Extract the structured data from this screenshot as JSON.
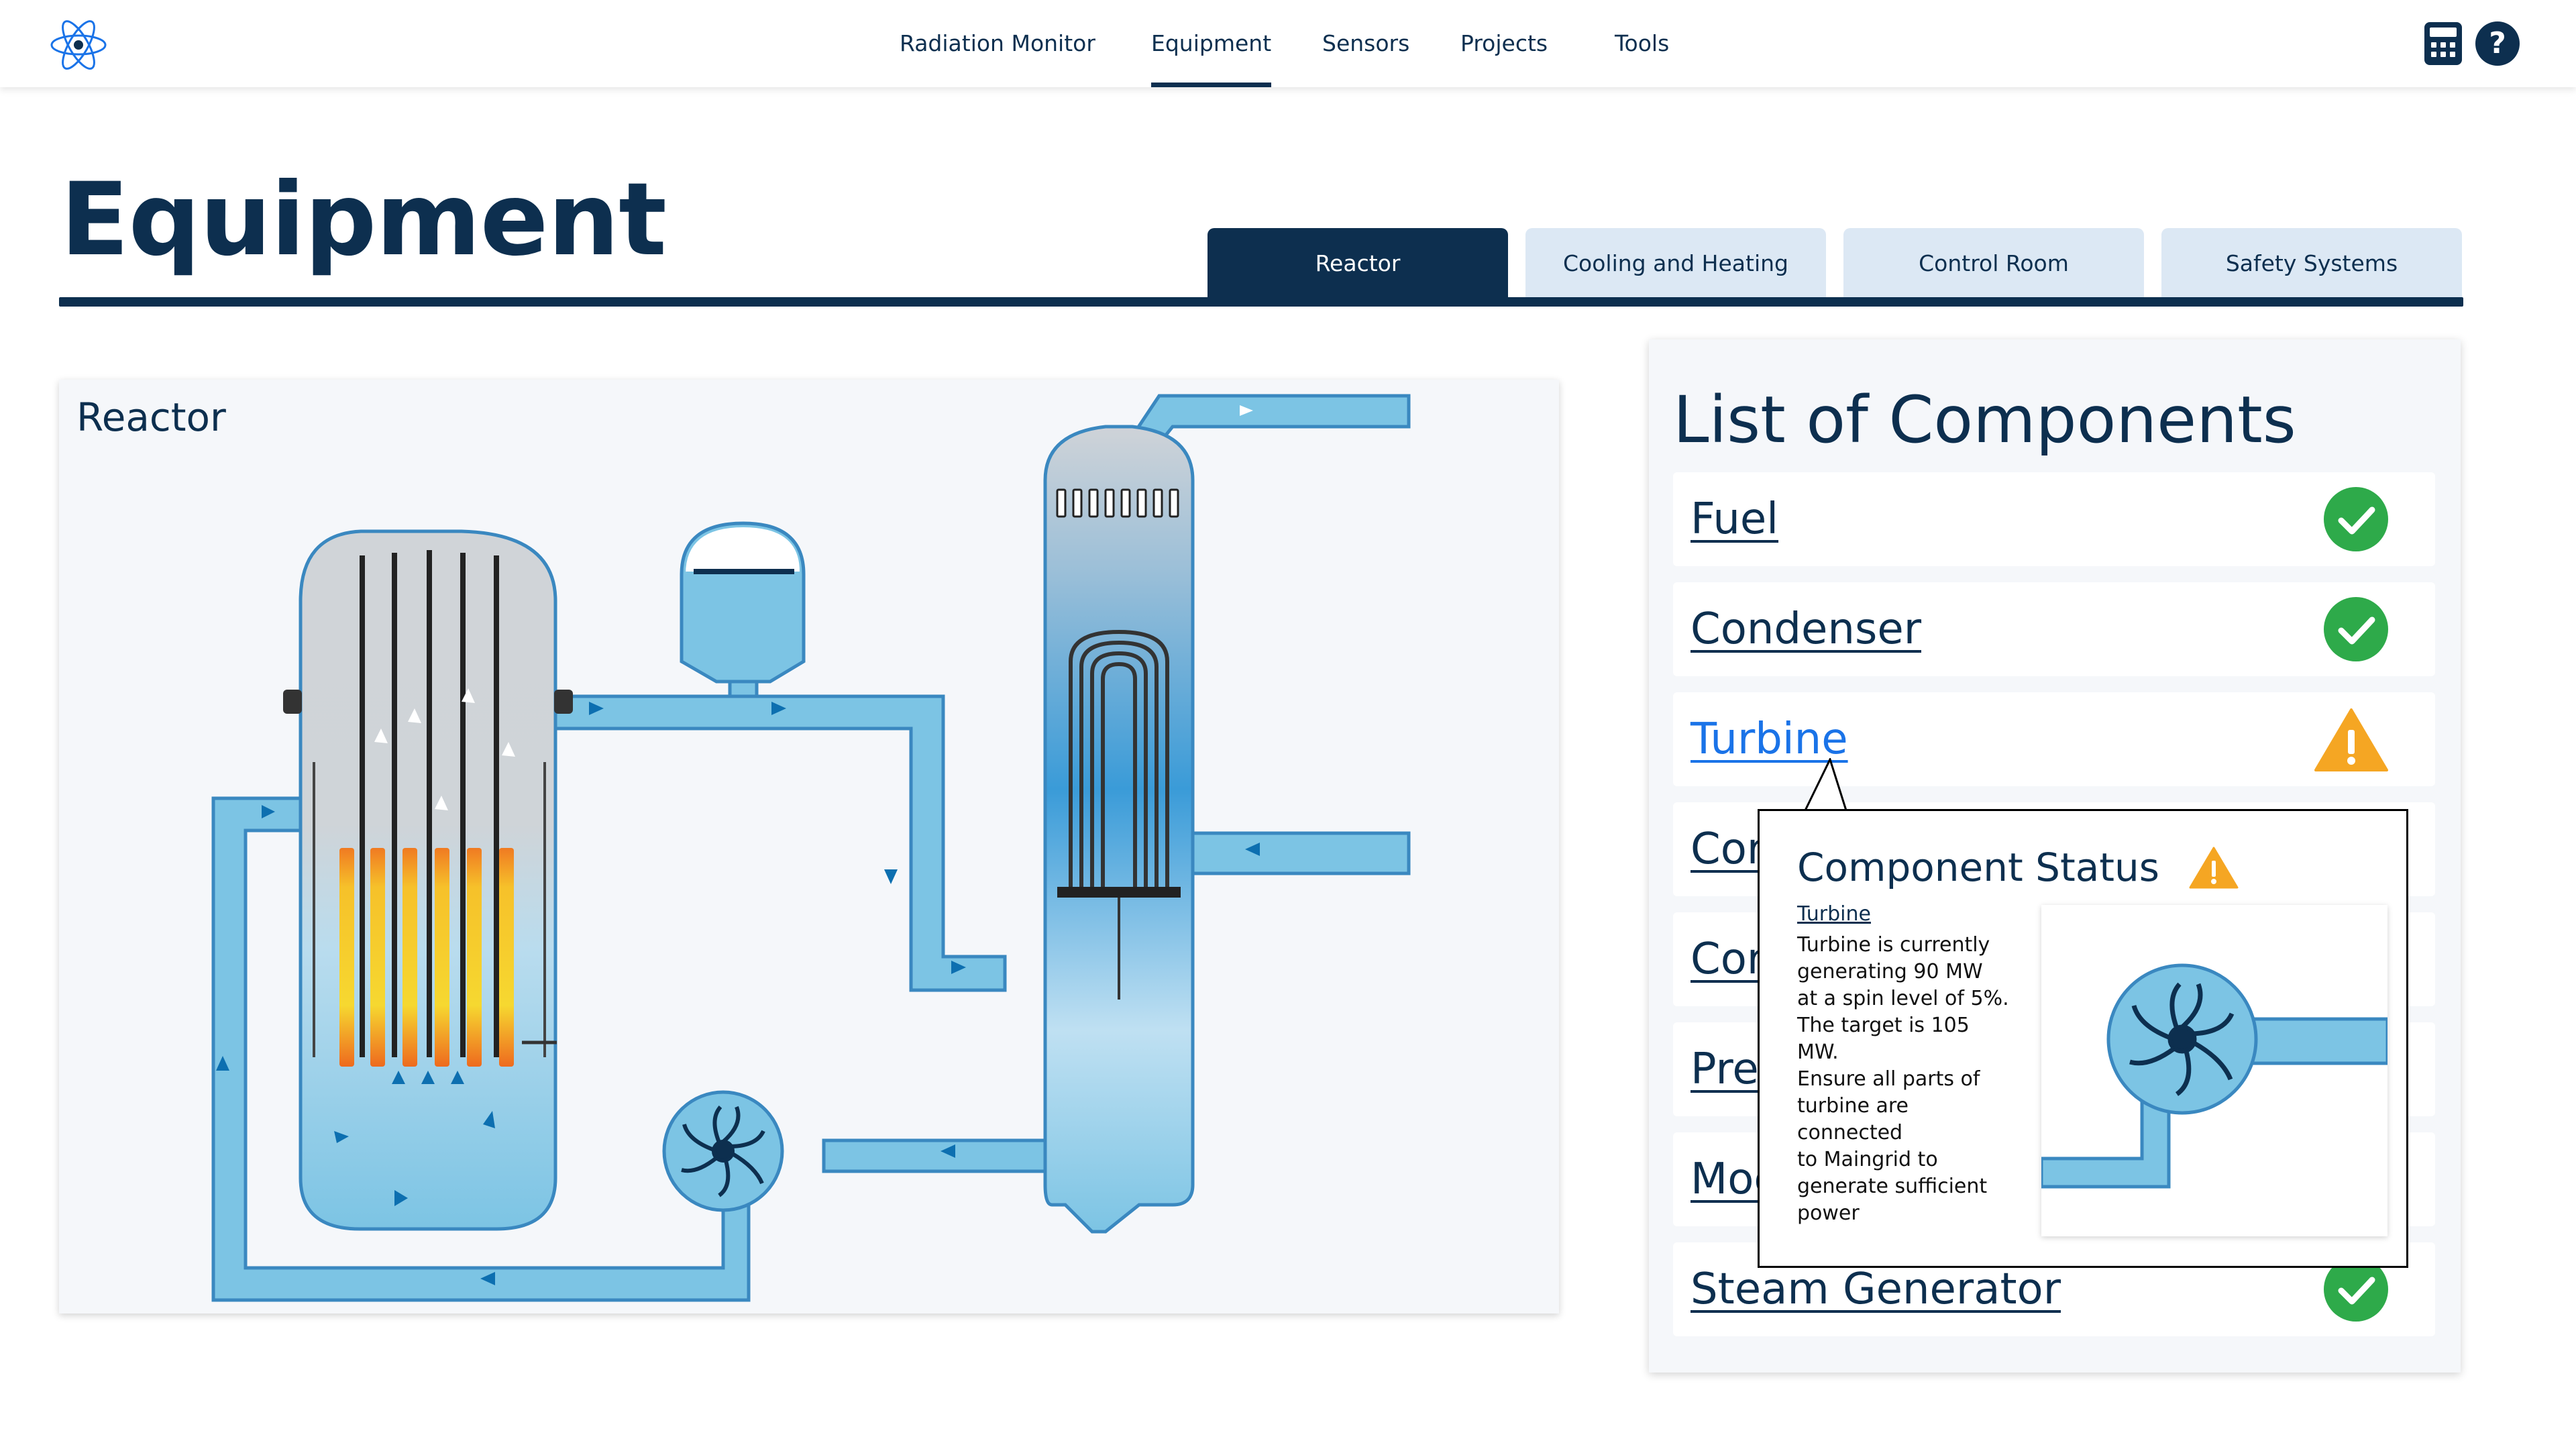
{
  "nav": {
    "items": [
      "Radiation Monitor",
      "Equipment",
      "Sensors",
      "Projects",
      "Tools"
    ],
    "active": "Equipment"
  },
  "icons": {
    "logo": "atom-icon",
    "calculator": "calculator-icon",
    "help": "help-icon"
  },
  "help_glyph": "?",
  "page": {
    "title": "Equipment"
  },
  "tabs": [
    "Reactor",
    "Cooling and Heating",
    "Control Room",
    "Safety Systems"
  ],
  "active_tab": "Reactor",
  "reactor": {
    "title": "Reactor"
  },
  "components": {
    "title": "List of Components",
    "items": [
      {
        "label": "Fuel",
        "status": "ok"
      },
      {
        "label": "Condenser",
        "status": "ok"
      },
      {
        "label": "Turbine",
        "status": "warning"
      },
      {
        "label": "Cor",
        "status": "hidden"
      },
      {
        "label": "Cor",
        "status": "hidden"
      },
      {
        "label": "Pres",
        "status": "hidden"
      },
      {
        "label": "Mod",
        "status": "hidden"
      },
      {
        "label": "Steam Generator",
        "status": "ok"
      }
    ]
  },
  "popover": {
    "title": "Component Status",
    "link": "Turbine",
    "lines": [
      "Turbine is currently",
      "generating 90 MW",
      "at a spin level of 5%.",
      "The target is 105",
      "MW.",
      "Ensure all parts of",
      "turbine are",
      "connected",
      "to Maingrid to",
      "generate sufficient",
      "power"
    ]
  },
  "colors": {
    "navy": "#0d2f4f",
    "tab_inactive": "#dce8f4",
    "ok_green": "#2eaa4a",
    "warn_orange": "#f5a623",
    "link_blue": "#1a73e8",
    "water": "#7cc4e4"
  }
}
